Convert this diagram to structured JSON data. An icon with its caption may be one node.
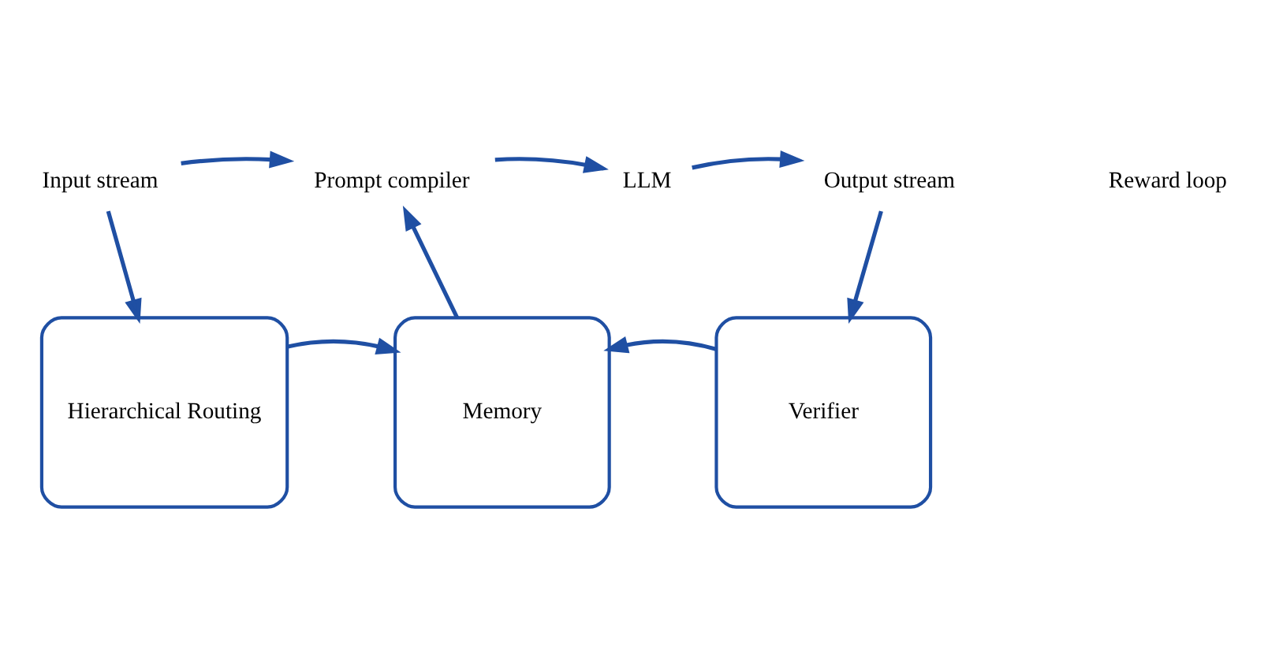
{
  "diagram": {
    "nodes": [
      {
        "text": [
          "Input stream"
        ]
      },
      {
        "text": [
          "Prompt compiler"
        ]
      },
      {
        "text": [
          "LLM"
        ]
      },
      {
        "text": [
          "Output stream"
        ]
      },
      {
        "text": [
          "Hierarchical Routing"
        ]
      },
      {
        "text": [
          "Memory"
        ]
      },
      {
        "text": [
          "Verifier"
        ]
      }
    ],
    "edges": [
      {
        "from": 0,
        "to": 1,
        "arrow": "to"
      },
      {
        "from": 1,
        "to": 2,
        "arrow": "to"
      },
      {
        "from": 2,
        "to": 3,
        "arrow": "to"
      },
      {
        "from": 0,
        "to": 4,
        "arrow": "to"
      },
      {
        "from": 3,
        "to": 6,
        "arrow": "to"
      },
      {
        "from": 4,
        "to": 5,
        "arrow": "to"
      },
      {
        "from": 6,
        "to": 5,
        "arrow": "to"
      },
      {
        "from": 5,
        "to": 1,
        "arrow": "to"
      }
    ],
    "labels": [
      "Reward loop"
    ]
  }
}
